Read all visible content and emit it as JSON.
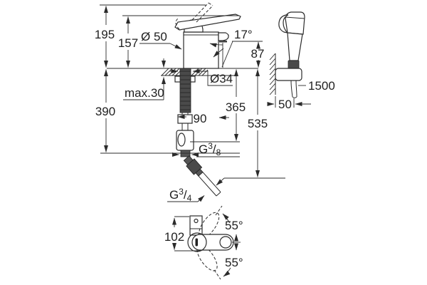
{
  "drawing_labels": {
    "front_view": {
      "d195": "195",
      "d157": "157",
      "dia50": "Ø 50",
      "a17": "17°",
      "d87": "87",
      "max30": "max.30",
      "dia34": "Ø34",
      "d390": "390",
      "d365": "365",
      "d90": "90",
      "d535": "535",
      "g38": {
        "base": "G",
        "num": "3",
        "slash": "/",
        "den": "8"
      },
      "g34": {
        "base": "G",
        "num": "3",
        "slash": "/",
        "den": "4"
      }
    },
    "side_view": {
      "d1500": "1500",
      "d50": "50"
    },
    "bottom_view": {
      "d102": "102",
      "a55_upper": "55°",
      "a55_lower": "55°"
    }
  },
  "colors": {
    "line": "#2b2b2b",
    "text": "#1f1f1f",
    "background": "#ffffff",
    "dark_fill": "#555555"
  }
}
